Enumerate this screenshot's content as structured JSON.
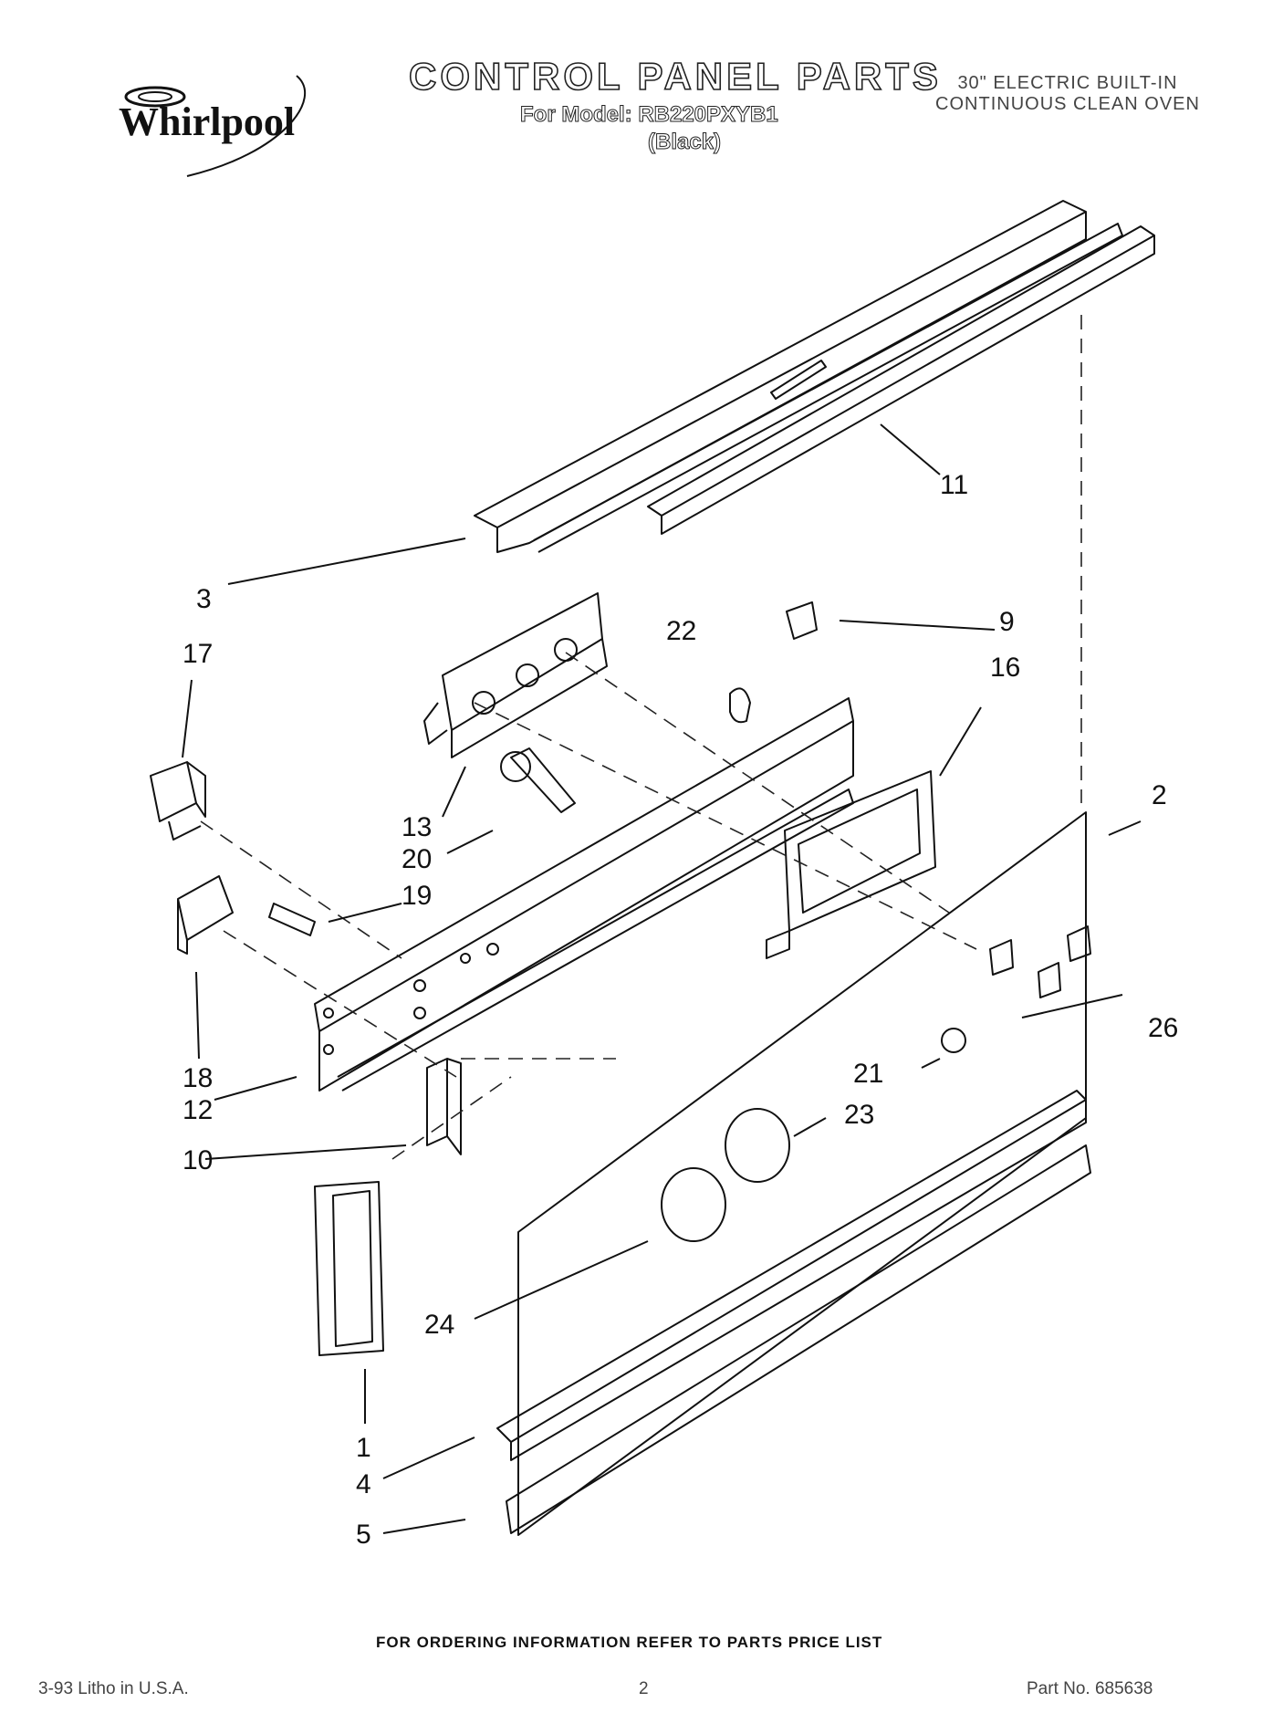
{
  "header": {
    "brand": "Whirlpool",
    "title": "CONTROL PANEL PARTS",
    "model_line": "For Model: RB220PXYB1",
    "color_line": "(Black)",
    "product_line1": "30\" ELECTRIC BUILT-IN",
    "product_line2": "CONTINUOUS CLEAN OVEN"
  },
  "callouts": [
    "11",
    "3",
    "9",
    "22",
    "17",
    "16",
    "2",
    "13",
    "20",
    "19",
    "26",
    "21",
    "18",
    "12",
    "23",
    "10",
    "24",
    "1",
    "4",
    "5"
  ],
  "footer": {
    "ordering_note": "FOR ORDERING INFORMATION REFER TO PARTS PRICE LIST",
    "litho": "3-93 Litho in U.S.A.",
    "page_number": "2",
    "part_no": "Part No. 685638"
  }
}
